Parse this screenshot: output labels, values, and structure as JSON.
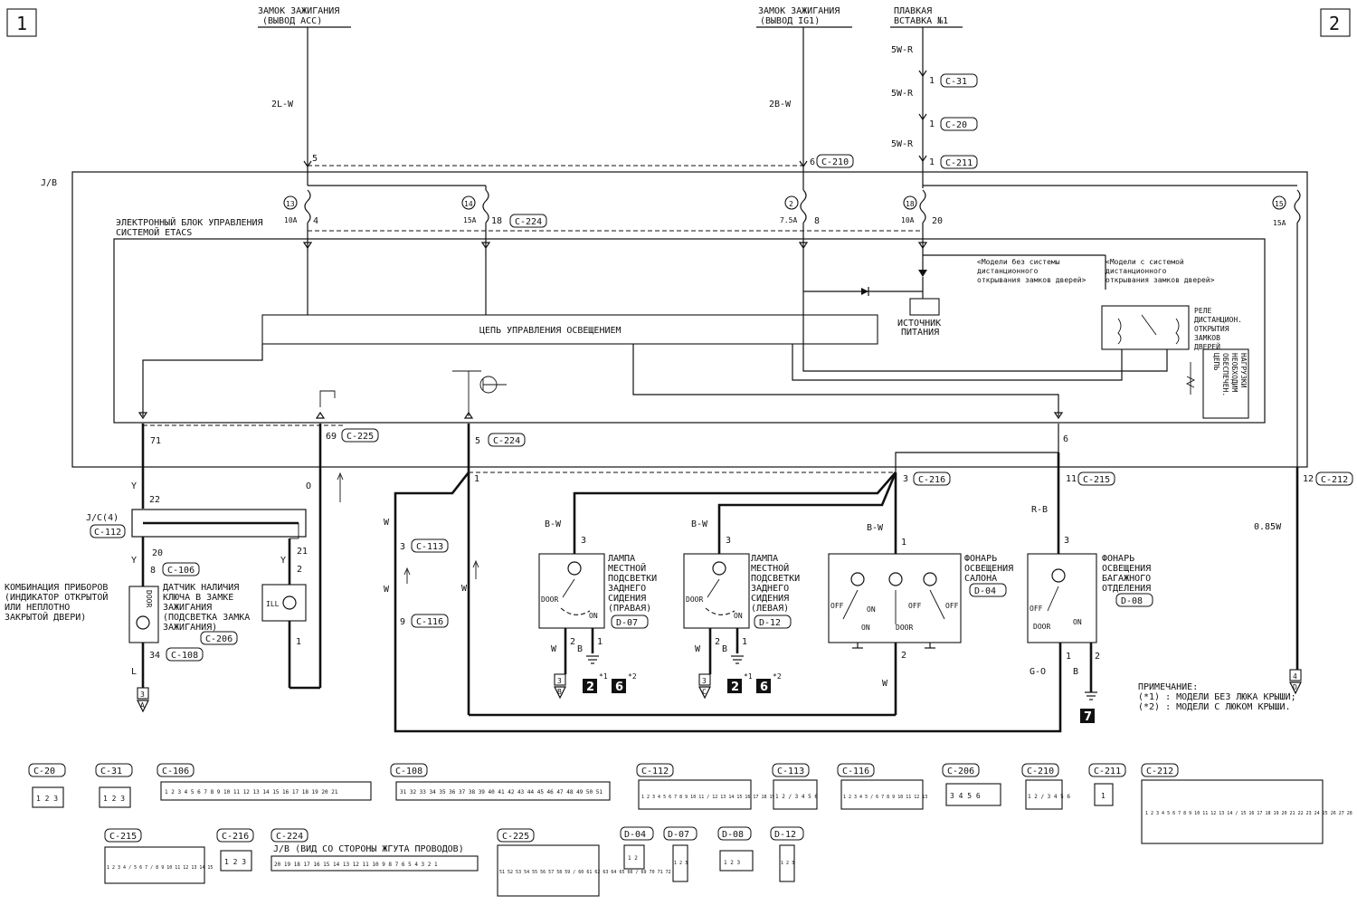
{
  "page": {
    "page_markers": [
      "1",
      "2"
    ]
  },
  "top_labels": {
    "ign_acc": [
      "ЗАМОК ЗАЖИГАНИЯ",
      "(ВЫВОД ACC)"
    ],
    "ign_ig1": [
      "ЗАМОК ЗАЖИГАНИЯ",
      "(ВЫВОД IG1)"
    ],
    "fuse_link": [
      "ПЛАВКАЯ",
      "ВСТАВКА №1"
    ]
  },
  "wires": {
    "w_2lw": "2L-W",
    "w_2bw": "2B-W",
    "w_5wr_1": "5W-R",
    "w_5wr_2": "5W-R",
    "w_5wr_3": "5W-R",
    "w_y1": "Y",
    "w_y2": "Y",
    "w_y3": "Y",
    "w_o": "O",
    "w_l": "L",
    "w_w1": "W",
    "w_w2": "W",
    "w_w3": "W",
    "w_bw1": "B-W",
    "w_bw2": "B-W",
    "w_bw3": "B-W",
    "w_rb": "R-B",
    "w_085w": "0.85W",
    "w_w_d07": "W",
    "w_b_d07": "B",
    "w_w_d12": "W",
    "w_b_d12": "B",
    "w_w_d04": "W",
    "w_go": "G-O",
    "w_b_d08": "B"
  },
  "pins": {
    "p5": "5",
    "p6": "6",
    "p1a": "1",
    "p1b": "1",
    "p1c": "1",
    "p4": "4",
    "p18": "18",
    "p8": "8",
    "p20": "20",
    "p71": "71",
    "p69": "69",
    "p5b": "5",
    "p6b": "6",
    "p22": "22",
    "p20b": "20",
    "p8b": "8",
    "p21": "21",
    "p2a": "2",
    "p34": "34",
    "p1d": "1",
    "p1e": "1",
    "p3a": "3",
    "p9": "9",
    "p3b": "3",
    "p3c": "3",
    "p3d": "3",
    "p1f": "1",
    "p2b": "2",
    "p1g": "1",
    "p2c": "2",
    "p1h": "1",
    "p2d": "2",
    "p11": "11",
    "p3e": "3",
    "p1i": "1",
    "p2e": "2",
    "p12": "12"
  },
  "fuses": [
    {
      "num": "13",
      "amp": "10A"
    },
    {
      "num": "14",
      "amp": "15A"
    },
    {
      "num": "2",
      "amp": "7.5A"
    },
    {
      "num": "18",
      "amp": "10A"
    },
    {
      "num": "15",
      "amp": "15A"
    }
  ],
  "connector_tags": {
    "c31": "C-31",
    "c20": "C-20",
    "c211": "C-211",
    "c210": "C-210",
    "c224a": "C-224",
    "c225": "C-225",
    "c224b": "C-224",
    "c216": "C-216",
    "c215": "C-215",
    "c212": "C-212",
    "c112": "C-112",
    "c106": "C-106",
    "c206": "C-206",
    "c108": "C-108",
    "c113": "C-113",
    "c116": "C-116",
    "d07": "D-07",
    "d12": "D-12",
    "d04": "D-04",
    "d08": "D-08"
  },
  "blocks": {
    "jb": "J/B",
    "etacs": [
      "ЭЛЕКТРОННЫЙ БЛОК УПРАВЛЕНИЯ",
      "СИСТЕМОЙ ETACS"
    ],
    "lighting": "ЦЕПЬ УПРАВЛЕНИЯ ОСВЕЩЕНИЕМ",
    "power": [
      "ИСТОЧНИК",
      "ПИТАНИЯ"
    ],
    "no_keyless": [
      "<Модели без системы",
      "дистанционного",
      "открывания замков дверей>"
    ],
    "with_keyless": [
      "<Модели с системой",
      "дистанционного",
      "открывания замков дверей>"
    ],
    "relay": [
      "РЕЛЕ",
      "ДИСТАНЦИОН.",
      "ОТКРЫТИЯ",
      "ЗАМКОВ",
      "ДВЕРЕЙ"
    ],
    "load": [
      "ЦЕПЬ",
      "ОБЕСПЕЧЕН.",
      "НЕОБХОДИМ",
      "НАГРУЗКИ"
    ],
    "jc": "J/C(4)",
    "combo": [
      "КОМБИНАЦИЯ ПРИБОРОВ",
      "(ИНДИКАТОР ОТКРЫТОЙ",
      "ИЛИ НЕПЛОТНО",
      "ЗАКРЫТОЙ ДВЕРИ)"
    ],
    "key_sensor": [
      "ДАТЧИК НАЛИЧИЯ",
      "КЛЮЧА В ЗАМКЕ",
      "ЗАЖИГАНИЯ",
      "(ПОДСВЕТКА ЗАМКА",
      "ЗАЖИГАНИЯ)"
    ],
    "lamp_right": [
      "ЛАМПА",
      "МЕСТНОЙ",
      "ПОДСВЕТКИ",
      "ЗАДНЕГО",
      "СИДЕНИЯ",
      "(ПРАВАЯ)"
    ],
    "lamp_left": [
      "ЛАМПА",
      "МЕСТНОЙ",
      "ПОДСВЕТКИ",
      "ЗАДНЕГО",
      "СИДЕНИЯ",
      "(ЛЕВАЯ)"
    ],
    "dome": [
      "ФОНАРЬ",
      "ОСВЕЩЕНИЯ",
      "САЛОНА"
    ],
    "trunk": [
      "ФОНАРЬ",
      "ОСВЕЩЕНИЯ",
      "БАГАЖНОГО",
      "ОТДЕЛЕНИЯ"
    ],
    "door": "DOOR",
    "ill": "ILL",
    "off": "OFF",
    "on": "ON"
  },
  "refs": {
    "r3a": "3",
    "r3b": "3",
    "r3c": "3",
    "r4": "4",
    "ra": "A",
    "rb": "B",
    "rc": "C",
    "rd": "D",
    "g2a": "2",
    "g6a": "6",
    "g2b": "2",
    "g6b": "6",
    "g7": "7",
    "s1": "*1",
    "s2": "*2",
    "s3": "*1",
    "s4": "*2"
  },
  "note": {
    "title": "ПРИМЕЧАНИЕ:",
    "line1": "(*1) : МОДЕЛИ БЕЗ ЛЮКА КРЫШИ;",
    "line2": "(*2) : МОДЕЛИ С ЛЮКОМ КРЫШИ."
  },
  "legend": {
    "row1": [
      {
        "tag": "C-20",
        "pins": "1 2 3"
      },
      {
        "tag": "C-31",
        "pins": "1 2 3"
      },
      {
        "tag": "C-106",
        "pins": "1 2 3 4 5 6 7 8 9 10 11 12 13 14 15 16 17 18 19 20 21"
      },
      {
        "tag": "C-108",
        "pins": "31 32 33 34 35 36 37 38 39 40 41 42 43 44 45 46 47 48 49 50 51"
      },
      {
        "tag": "C-112",
        "pins": "1 2 3 4 5 6 7 8 9 10 11 / 12 13 14 15 16 17 18 19 20 21 22"
      },
      {
        "tag": "C-113",
        "pins": "1 2 / 3 4 5 6"
      },
      {
        "tag": "C-116",
        "pins": "1 2 3 4 5 / 6 7 8 9 10 11 12 13"
      },
      {
        "tag": "C-206",
        "pins": "3 4 5 6"
      },
      {
        "tag": "C-210",
        "pins": "1 2 / 3 4 5 6"
      },
      {
        "tag": "C-211",
        "pins": "1"
      },
      {
        "tag": "C-212",
        "pins": "1 2 3 4 5 6 7 8 9 10 11 12 13 14 / 15 16 17 18 19 20 21 22 23 24 25 26 27 28"
      }
    ],
    "row2": [
      {
        "tag": "C-215",
        "pins": "1 2 3 4 / 5 6 7 / 8 9 10 11 12 13 14 15"
      },
      {
        "tag": "C-216",
        "pins": "1 2 3"
      },
      {
        "tag": "C-224",
        "pins": "20 19 18 17 16 15 14 13 12 11 10 9 8 7 6 5 4 3 2 1"
      },
      {
        "tag": "C-225",
        "pins": "51 52 53 54 55 56 57 58 59 / 60 61 62 63 64 65 66 / 69 70 71 72 73 74"
      },
      {
        "tag": "D-04",
        "pins": "1 2"
      },
      {
        "tag": "D-07",
        "pins": "1 2 3"
      },
      {
        "tag": "D-08",
        "pins": "1 2 3"
      },
      {
        "tag": "D-12",
        "pins": "1 2 3"
      }
    ],
    "c224_caption": "J/B (ВИД СО СТОРОНЫ ЖГУТА ПРОВОДОВ)"
  }
}
